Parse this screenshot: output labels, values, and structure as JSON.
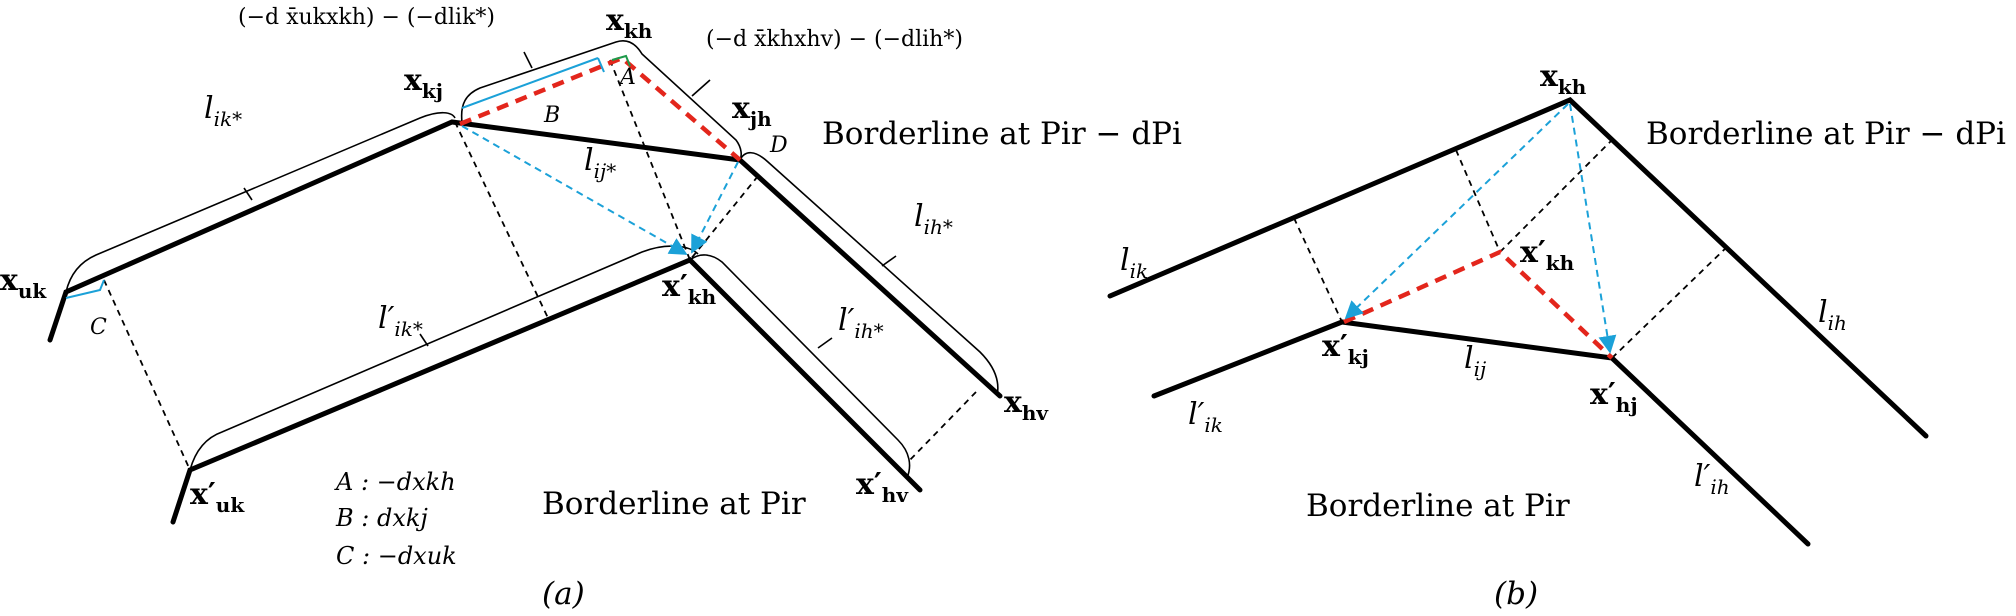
{
  "panel_a": {
    "caption": "(a)",
    "points": {
      "x_uk": "x",
      "x_uk_sub": "uk",
      "x_kj": "x",
      "x_kj_sub": "kj",
      "x_kh": "x",
      "x_kh_sub": "kh",
      "x_jh": "x",
      "x_jh_sub": "jh",
      "x_hv": "x",
      "x_hv_sub": "hv",
      "x_uk_p": "x′",
      "x_uk_p_sub": "uk",
      "x_kh_p": "x′",
      "x_kh_p_sub": "kh",
      "x_hv_p": "x′",
      "x_hv_p_sub": "hv"
    },
    "lines": {
      "l_ik_star": "l",
      "l_ik_star_sub": "ik*",
      "l_ij_star": "l",
      "l_ij_star_sub": "ij*",
      "l_ih_star": "l",
      "l_ih_star_sub": "ih*",
      "l_ik_star_p": "l′",
      "l_ik_star_p_sub": "ik*",
      "l_ih_star_p": "l′",
      "l_ih_star_p_sub": "ih*"
    },
    "brace_left": "(−d x̄ukxkh) − (−dlik*)",
    "brace_right": "(−d x̄khxhv) − (−dlih*)",
    "markers": {
      "A": "A",
      "B": "B",
      "C": "C",
      "D": "D"
    },
    "legend": [
      "A : −dxkh",
      "B : dxkj",
      "C : −dxuk"
    ],
    "borderline_top": "Borderline at Pir − dPi",
    "borderline_bottom": "Borderline at Pir"
  },
  "panel_b": {
    "caption": "(b)",
    "points": {
      "x_kh": "x",
      "x_kh_sub": "kh",
      "x_kh_p": "x′",
      "x_kh_p_sub": "kh",
      "x_kj_p": "x′",
      "x_kj_p_sub": "kj",
      "x_hj_p": "x′",
      "x_hj_p_sub": "hj"
    },
    "lines": {
      "l_ik": "l",
      "l_ik_sub": "ik",
      "l_ih": "l",
      "l_ih_sub": "ih",
      "l_ij": "l",
      "l_ij_sub": "ij",
      "l_ik_p": "l′",
      "l_ik_p_sub": "ik",
      "l_ih_p": "l′",
      "l_ih_p_sub": "ih"
    },
    "borderline_top": "Borderline at Pir − dPi",
    "borderline_bottom": "Borderline at Pir"
  }
}
